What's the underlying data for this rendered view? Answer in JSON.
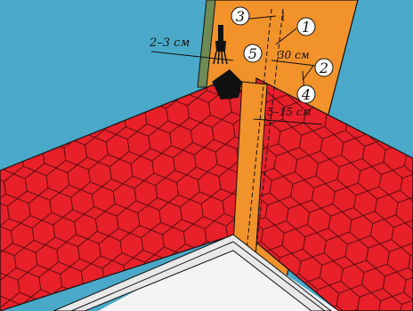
{
  "labels": {
    "callout_1": "1",
    "callout_2": "2",
    "callout_3": "3",
    "callout_4": "4",
    "callout_5": "5",
    "dim_overlap": "2–3 см",
    "dim_width": "30 см",
    "dim_offset": "5–15 см"
  },
  "colors": {
    "sky": "#4aa9c8",
    "roof": "#e8202a",
    "valley_strip": "#f2922a",
    "wall": "#f4f4f4",
    "outline": "#111111"
  },
  "icons": {
    "brush": "brush-icon"
  }
}
